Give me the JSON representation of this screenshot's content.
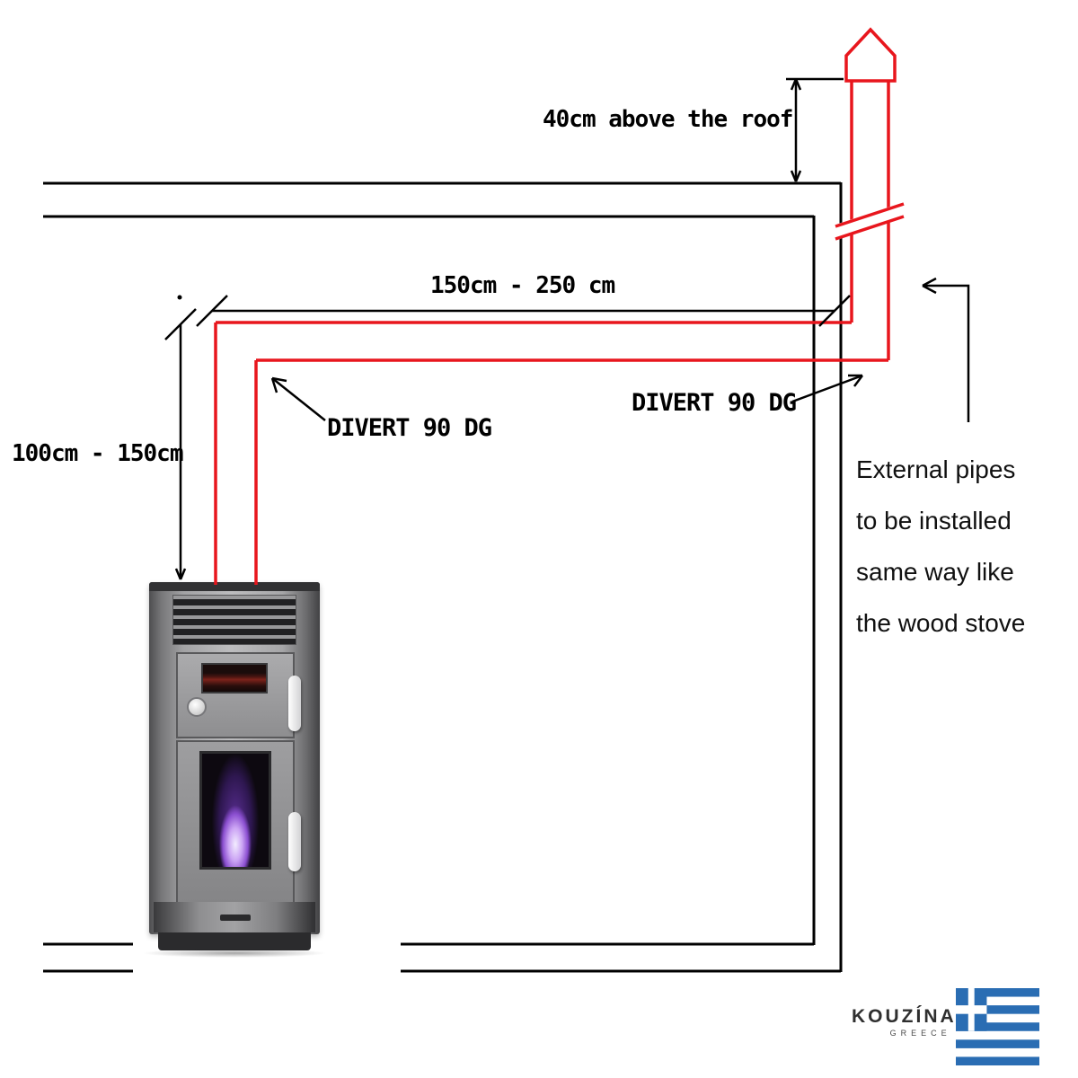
{
  "diagram": {
    "dim_above_roof": "40cm above the roof",
    "dim_horizontal": "150cm - 250 cm",
    "dim_vertical": "100cm - 150cm",
    "divert_left": "DIVERT 90 DG",
    "divert_right": "DIVERT 90 DG",
    "note_line1": "External pipes",
    "note_line2": "to be installed",
    "note_line3": "same way like",
    "note_line4": "the wood stove"
  },
  "logo": {
    "brand": "KOUZÍNA",
    "country": "GREECE"
  },
  "colors": {
    "pipe_red": "#e8161d",
    "line_black": "#000000",
    "flag_blue": "#2a6db3"
  }
}
